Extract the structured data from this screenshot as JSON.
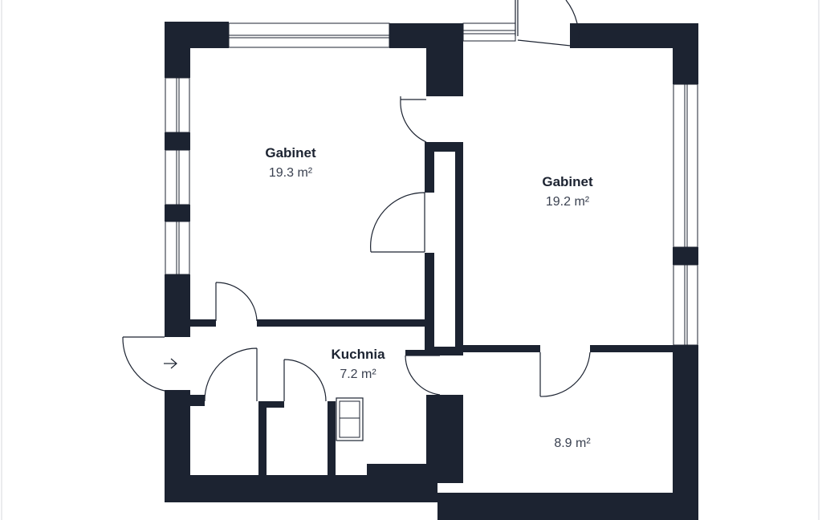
{
  "rooms": [
    {
      "name": "Gabinet",
      "area": "19.3 m²"
    },
    {
      "name": "Gabinet",
      "area": "19.2 m²"
    },
    {
      "name": "Kuchnia",
      "area": "7.2 m²"
    },
    {
      "name": "",
      "area": "8.9 m²"
    }
  ],
  "colors": {
    "wall": "#1c2331",
    "background": "#ffffff"
  },
  "icons": {
    "entrance": "arrow-right-icon"
  }
}
